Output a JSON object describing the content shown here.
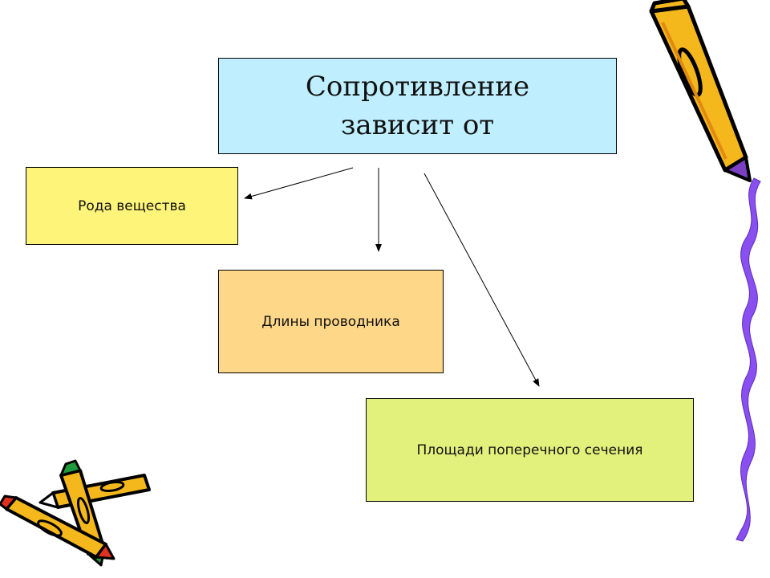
{
  "diagram": {
    "main": {
      "line1": "Сопротивление",
      "line2": "зависит от"
    },
    "factors": [
      {
        "label": "Рода вещества"
      },
      {
        "label": "Длины проводника"
      },
      {
        "label": "Площади поперечного сечения"
      }
    ]
  },
  "colors": {
    "main_fill": "#bfefff",
    "factor1_fill": "#fef47a",
    "factor2_fill": "#fed789",
    "factor3_fill": "#e2f07c",
    "pencil_body": "#f5b81c",
    "pencil_tip": "#7b3fc4",
    "ribbon": "#8a4ff0"
  },
  "icons": [
    "pencil-icon",
    "crossed-pencils-icon",
    "purple-ribbon-decoration"
  ]
}
